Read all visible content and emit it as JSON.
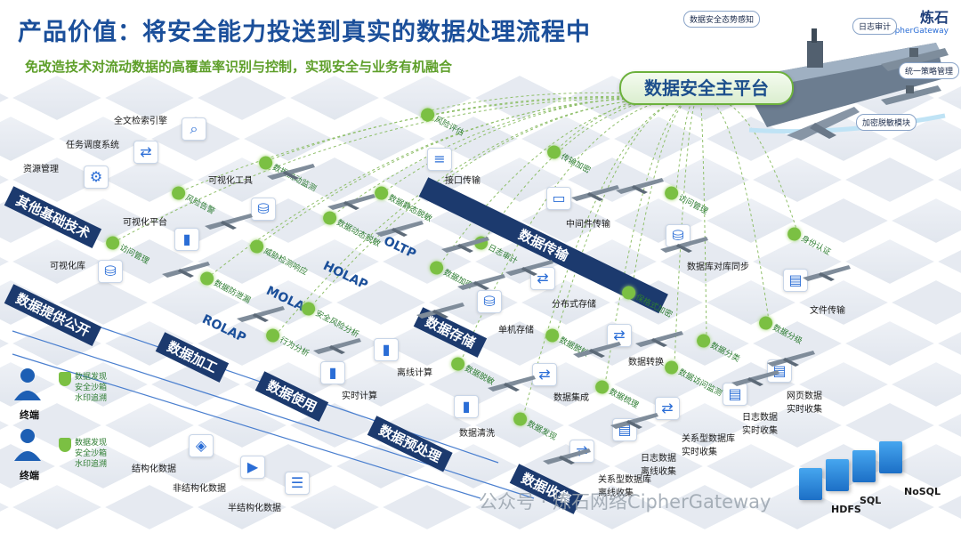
{
  "header": {
    "title": "产品价值：将安全能力投送到真实的数据处理流程中",
    "subtitle": "免改造技术对流动数据的高覆盖率识别与控制，实现安全与业务有机融合"
  },
  "logo": {
    "name_cn": "炼石",
    "name_en": "CipherGateway"
  },
  "platform": {
    "label": "数据安全主平台"
  },
  "ship_labels": {
    "situation": "数据安全态势感知",
    "audit": "日志审计",
    "policy": "统一策略管理",
    "encryption": "加密脱敏模块"
  },
  "bands": {
    "other_tech": "其他基础技术",
    "transfer": "数据传输",
    "provide": "数据提供公开",
    "process": "数据加工",
    "storage": "数据存储",
    "use": "数据使用",
    "preprocess": "数据预处理",
    "collect": "数据收集"
  },
  "nodes": {
    "fulltext": "全文检索引擎",
    "scheduler": "任务调度系统",
    "resource": "资源管理",
    "vis_tool": "可视化工具",
    "vis_platform": "可视化平台",
    "vis_lib": "可视化库",
    "interface": "接口传输",
    "middleware": "中间件传输",
    "db_sync": "数据库对库同步",
    "file_transfer": "文件传输",
    "distributed": "分布式存储",
    "single": "单机存储",
    "offline": "离线计算",
    "realtime": "实时计算",
    "convert": "数据转换",
    "integrate": "数据集成",
    "clean": "数据清洗",
    "web_collect": "网页数据\n实时收集",
    "log_rt": "日志数据\n实时收集",
    "rdb_rt": "关系型数据库\n实时收集",
    "log_off": "日志数据\n离线收集",
    "rdb_off": "关系型数据库\n离线收集",
    "structured": "结构化数据",
    "unstructured": "非结构化数据",
    "semi": "半结构化数据"
  },
  "stacks": {
    "oltp": "OLTP",
    "holap": "HOLAP",
    "molap": "MOLAP",
    "rolap": "ROLAP"
  },
  "tags": {
    "t1": "风险评估",
    "t2": "传输加密",
    "t3": "访问管理",
    "t4": "身份认证",
    "t5": "数据流动监测",
    "t6": "风险告警",
    "t7": "数据静态脱敏",
    "t8": "数据动态脱敏",
    "t9": "访问管理",
    "t10": "威胁检测响应",
    "t11": "日志审计",
    "t12": "数据加密",
    "t13": "保格式加密",
    "t14": "数据防泄漏",
    "t15": "安全风险分析",
    "t16": "行为分析",
    "t17": "数据脱敏",
    "t18": "数据分类",
    "t19": "数据分级",
    "t20": "数据脱敏",
    "t21": "数据梳理",
    "t22": "数据访问监测",
    "t23": "数据发现"
  },
  "terminals": [
    {
      "label": "终端",
      "sec": [
        "数据发现",
        "安全沙箱",
        "水印追溯"
      ]
    },
    {
      "label": "终端",
      "sec": [
        "数据发现",
        "安全沙箱",
        "水印追溯"
      ]
    }
  ],
  "databases": {
    "hdfs": "HDFS",
    "sql": "SQL",
    "nosql": "NoSQL"
  },
  "watermark": "公众号 · 炼石网络CipherGateway"
}
